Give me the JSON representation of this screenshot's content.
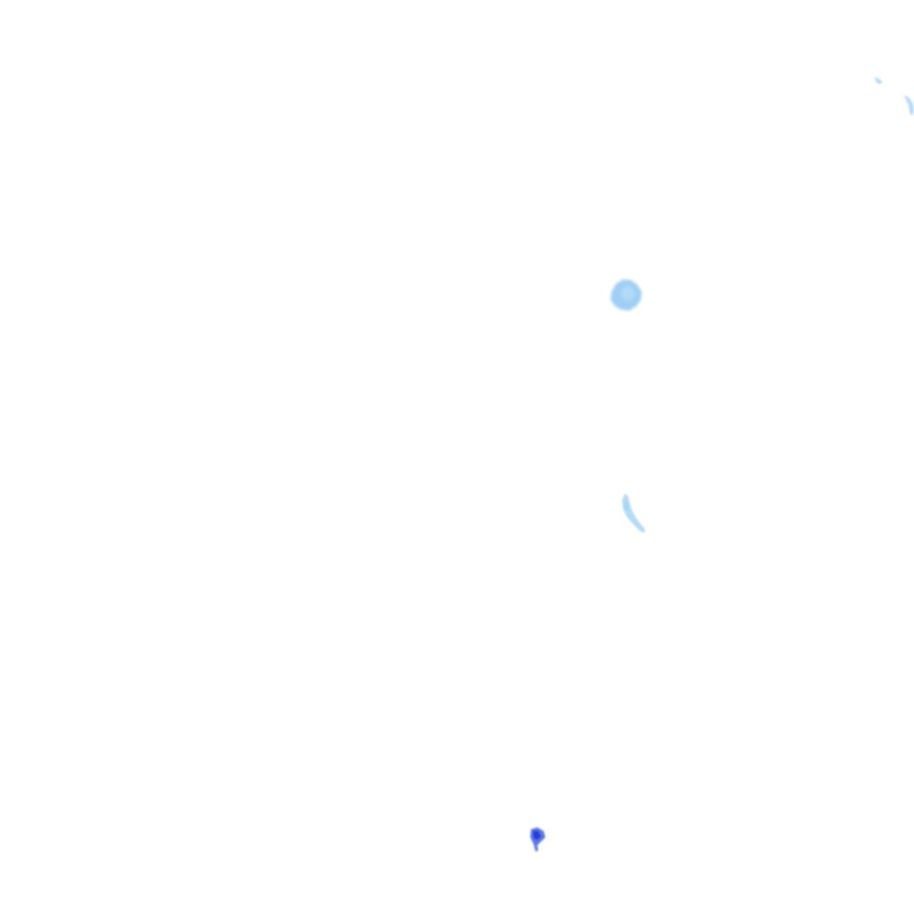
{
  "map": {
    "layer": "precipitation-radar",
    "background_color": "#ffffff",
    "intensity_colors": {
      "light": "#b3dcf7",
      "light_mid": "#9fd0f4",
      "moderate": "#5a78e6",
      "heavy": "#2a3ad8"
    },
    "echoes": [
      {
        "id": "echo-top-right-a",
        "intensity": "light"
      },
      {
        "id": "echo-top-right-b",
        "intensity": "light"
      },
      {
        "id": "echo-center-cluster",
        "intensity": "light_mid"
      },
      {
        "id": "echo-center-streak",
        "intensity": "light"
      },
      {
        "id": "echo-bottom-cell",
        "intensity": "heavy"
      }
    ]
  }
}
